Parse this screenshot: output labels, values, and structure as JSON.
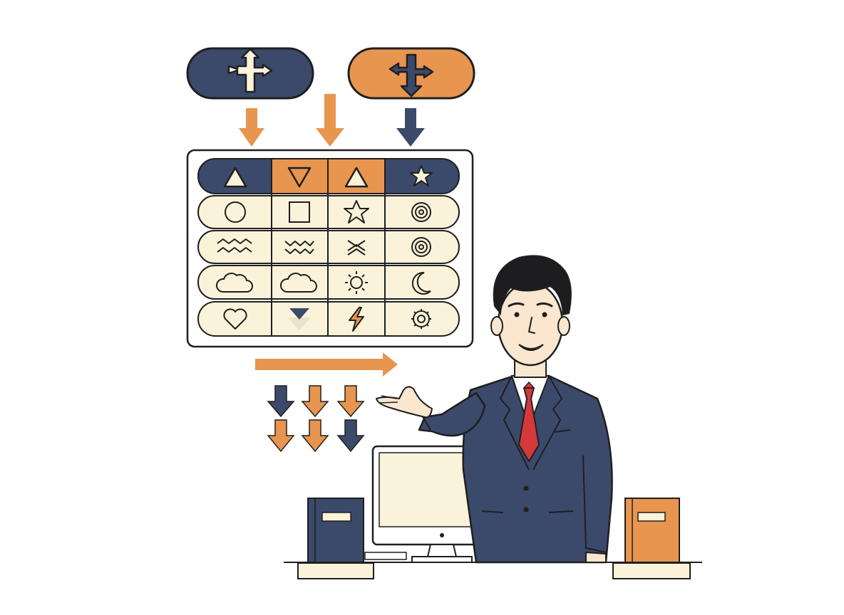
{
  "palette": {
    "navy": "#3b4a6b",
    "orange": "#e8954f",
    "cream": "#fbf3d9",
    "outline": "#1f1f1f",
    "tie": "#d5393a",
    "skin": "#fbe6d0",
    "hair": "#1d1d1f",
    "paper": "#ffffff"
  },
  "pills": [
    {
      "name": "pill-split-up",
      "fill": "navy",
      "icon": "split-arrows-up-icon"
    },
    {
      "name": "pill-split-down",
      "fill": "orange",
      "icon": "split-arrows-down-icon"
    }
  ],
  "top_arrows": [
    "orange",
    "orange",
    "navy"
  ],
  "grid": {
    "header": [
      {
        "icon": "triangle-up-icon",
        "fill": "navy"
      },
      {
        "icon": "triangle-down-icon",
        "fill": "orange"
      },
      {
        "icon": "triangle-up-icon",
        "fill": "orange"
      },
      {
        "icon": "star-icon",
        "fill": "navy"
      }
    ],
    "rows": [
      [
        "circle-icon",
        "square-icon",
        "star-outline-icon",
        "spiral-icon"
      ],
      [
        "wave-icon",
        "zigzag-icon",
        "chevrons-icon",
        "spiral-icon"
      ],
      [
        "cloud-icon",
        "cloud-icon",
        "sun-icon",
        "moon-icon"
      ],
      [
        "heart-icon",
        "pennant-icon",
        "lightning-icon",
        "gear-icon"
      ]
    ]
  },
  "down_arrows": [
    [
      "navy",
      "orange",
      "orange"
    ],
    [
      "orange",
      "orange",
      "navy"
    ]
  ],
  "presenter": {
    "role": "presenter-figure",
    "gesture": "open-palm"
  }
}
